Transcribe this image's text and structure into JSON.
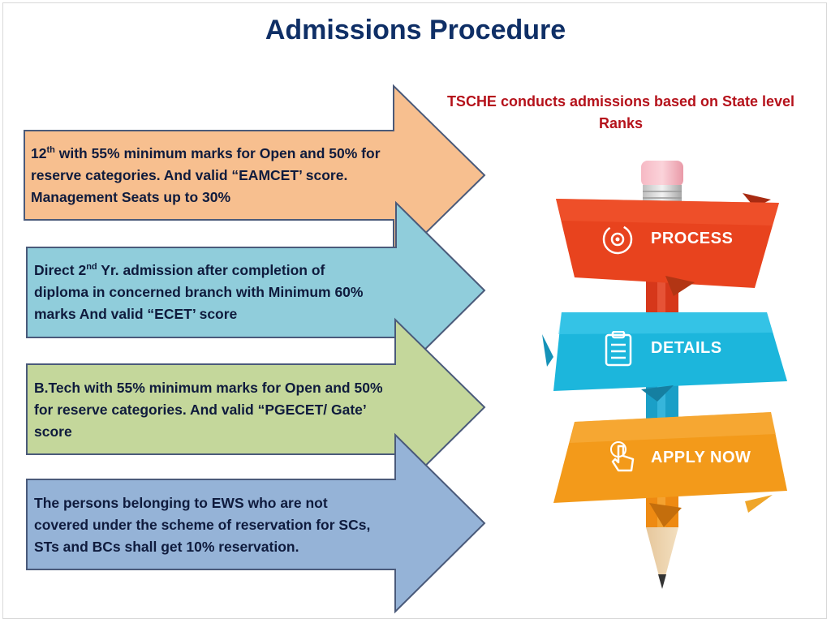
{
  "title": "Admissions Procedure",
  "subtitle": "TSCHE conducts admissions based on State level Ranks",
  "steps": [
    {
      "lines": [
        {
          "pre": "12",
          "sup": "th",
          "post": " with 55% minimum marks for Open and 50%  for"
        },
        {
          "text": "reserve categories. And valid “EAMCET’ score."
        },
        {
          "text": "Management Seats up to 30%"
        }
      ],
      "color": "#f7bf8f"
    },
    {
      "lines": [
        {
          "text": "Direct 2"
        },
        {
          "text": "diploma in concerned branch with  Minimum 60%"
        },
        {
          "text": "marks And valid “ECET’ score"
        }
      ],
      "line1_sup": "nd",
      "line1_post": " Yr. admission after completion of",
      "color": "#90cddb"
    },
    {
      "lines": [
        {
          "text": "B.Tech with 55% minimum marks for Open and 50%"
        },
        {
          "text": "for reserve categories. And valid “PGECET/ Gate’"
        },
        {
          "text": "score"
        }
      ],
      "color": "#c4d79b"
    },
    {
      "lines": [
        {
          "text": "The persons belonging to EWS who are not"
        },
        {
          "text": "covered under the scheme of reservation for SCs,"
        },
        {
          "text": "STs and BCs shall get 10% reservation."
        }
      ],
      "color": "#95b3d7"
    }
  ],
  "banners": [
    {
      "label": "PROCESS",
      "icon": "gear-cycle-icon",
      "color": "#e8431e"
    },
    {
      "label": "DETAILS",
      "icon": "clipboard-checklist-icon",
      "color": "#1cb6dc"
    },
    {
      "label": "APPLY NOW",
      "icon": "hand-pointer-icon",
      "color": "#f39a1a"
    }
  ],
  "arrow_border_color": "#4a5a7a"
}
